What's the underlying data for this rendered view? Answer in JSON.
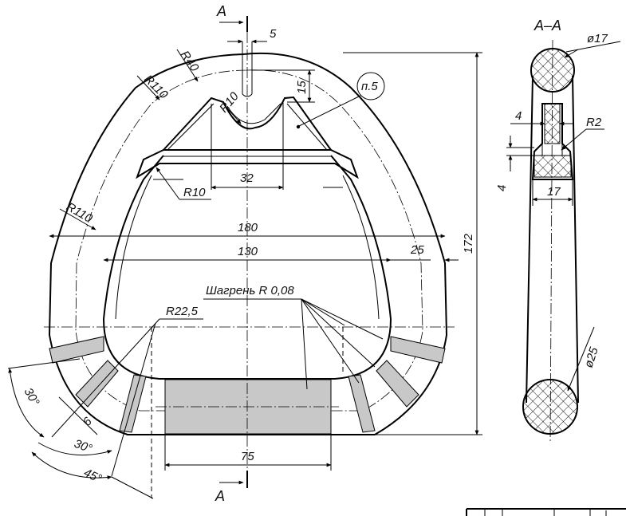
{
  "section_marks": {
    "top": "A",
    "bottom": "A",
    "section_title": "A–A"
  },
  "dimensions": {
    "d5": "5",
    "r40": "R40",
    "r110_top": "R110",
    "r110_left": "R110",
    "r10_inner": "R10",
    "d15": "15",
    "d32": "32",
    "r10_bottom": "R10",
    "d180": "180",
    "d130": "130",
    "d25": "25",
    "d172": "172",
    "r22_5": "R22,5",
    "d75": "75",
    "d6": "6",
    "a30_outer": "30°",
    "a30_inner": "30°",
    "a45": "45°",
    "dia17": "ø17",
    "d4_h": "4",
    "d4_v": "4",
    "r2": "R2",
    "d17": "17",
    "dia25": "ø25"
  },
  "notes": {
    "callout": "п.5",
    "texture": "Шагрень R 0,08"
  }
}
